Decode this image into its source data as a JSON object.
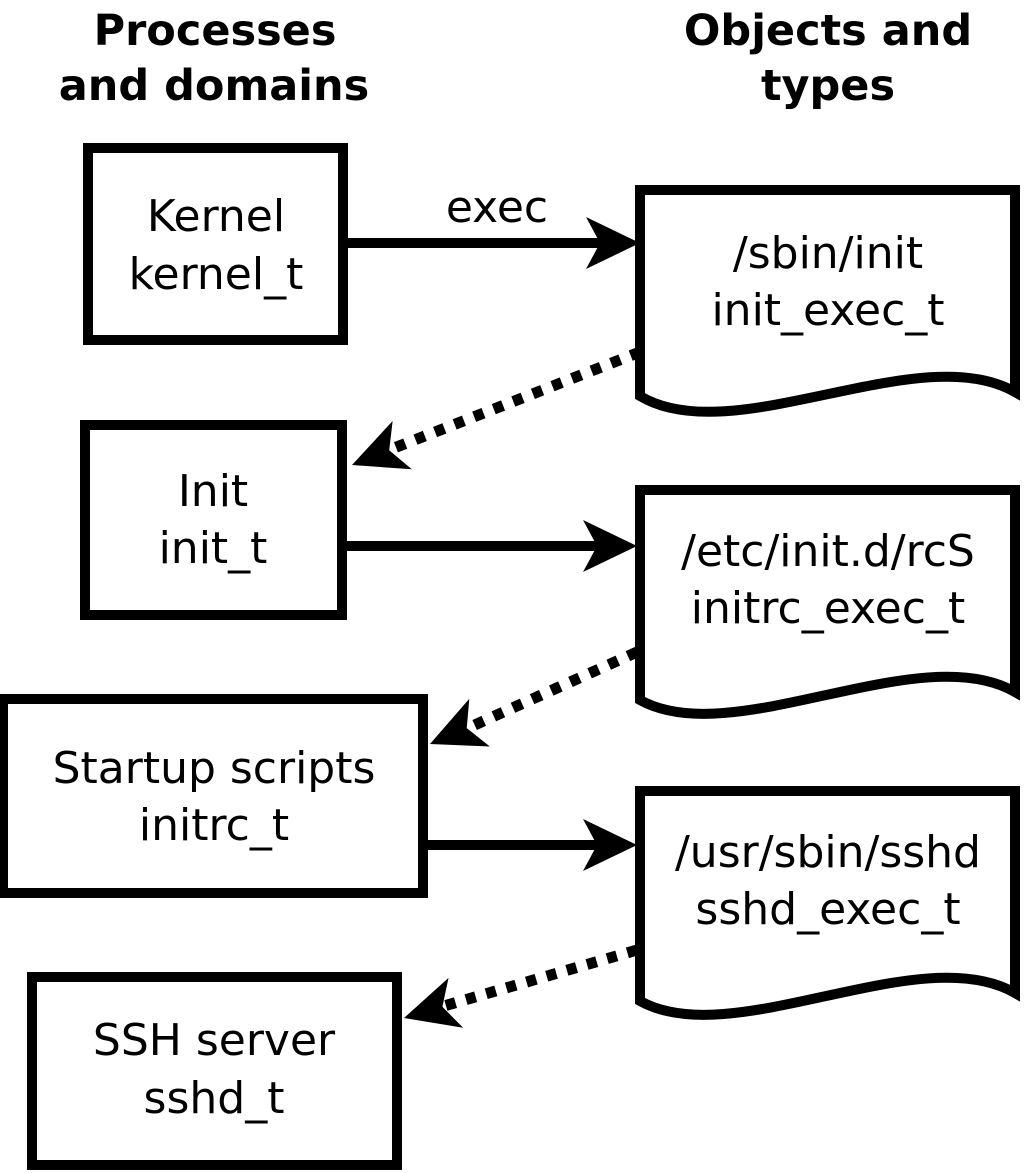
{
  "diagram": {
    "left_column_header": {
      "line1": "Processes",
      "line2": "and domains"
    },
    "right_column_header": {
      "line1": "Objects and",
      "line2": "types"
    },
    "process_nodes": [
      {
        "name": "Kernel",
        "domain": "kernel_t"
      },
      {
        "name": "Init",
        "domain": "init_t"
      },
      {
        "name": "Startup scripts",
        "domain": "initrc_t"
      },
      {
        "name": "SSH server",
        "domain": "sshd_t"
      }
    ],
    "object_nodes": [
      {
        "path": "/sbin/init",
        "type": "init_exec_t"
      },
      {
        "path": "/etc/init.d/rcS",
        "type": "initrc_exec_t"
      },
      {
        "path": "/usr/sbin/sshd",
        "type": "sshd_exec_t"
      }
    ],
    "edge_labels": {
      "exec": "exec"
    },
    "colors": {
      "line": "#000000",
      "fill": "#ffffff"
    }
  }
}
